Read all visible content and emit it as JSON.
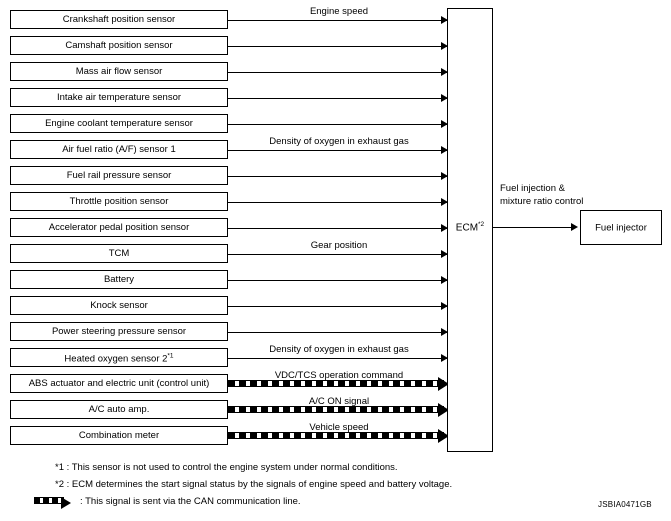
{
  "diagram": {
    "figure_code": "JSBIA0471GB",
    "ecm": {
      "label": "ECM",
      "footnote_marker": "*2"
    },
    "output": {
      "signal_label": "Fuel injection & mixture ratio control",
      "target_label": "Fuel injector"
    },
    "inputs": [
      {
        "source": "Crankshaft position sensor",
        "signal": "Engine speed",
        "type": "solid"
      },
      {
        "source": "Camshaft position sensor",
        "signal": "",
        "type": "solid"
      },
      {
        "source": "Mass air flow sensor",
        "signal": "",
        "type": "solid"
      },
      {
        "source": "Intake air temperature sensor",
        "signal": "",
        "type": "solid"
      },
      {
        "source": "Engine coolant temperature sensor",
        "signal": "",
        "type": "solid"
      },
      {
        "source": "Air fuel ratio (A/F) sensor 1",
        "signal": "Density of oxygen in exhaust gas",
        "type": "solid"
      },
      {
        "source": "Fuel rail pressure sensor",
        "signal": "",
        "type": "solid"
      },
      {
        "source": "Throttle position sensor",
        "signal": "",
        "type": "solid"
      },
      {
        "source": "Accelerator pedal position sensor",
        "signal": "",
        "type": "solid"
      },
      {
        "source": "TCM",
        "signal": "Gear position",
        "type": "solid"
      },
      {
        "source": "Battery",
        "signal": "",
        "type": "solid"
      },
      {
        "source": "Knock sensor",
        "signal": "",
        "type": "solid"
      },
      {
        "source": "Power steering pressure sensor",
        "signal": "",
        "type": "solid"
      },
      {
        "source": "Heated oxygen sensor 2",
        "source_marker": "*1",
        "signal": "Density of oxygen in exhaust gas",
        "type": "solid"
      },
      {
        "source": "ABS actuator and electric unit (control unit)",
        "signal": "VDC/TCS operation command",
        "type": "can"
      },
      {
        "source": "A/C auto amp.",
        "signal": "A/C ON signal",
        "type": "can"
      },
      {
        "source": "Combination meter",
        "signal": "Vehicle speed",
        "type": "can"
      }
    ],
    "notes": [
      "*1 : This sensor is not used to control the engine system under normal conditions.",
      "*2 : ECM determines the start signal status by the signals of engine speed and battery voltage.",
      ": This signal is sent via the CAN communication line."
    ]
  }
}
